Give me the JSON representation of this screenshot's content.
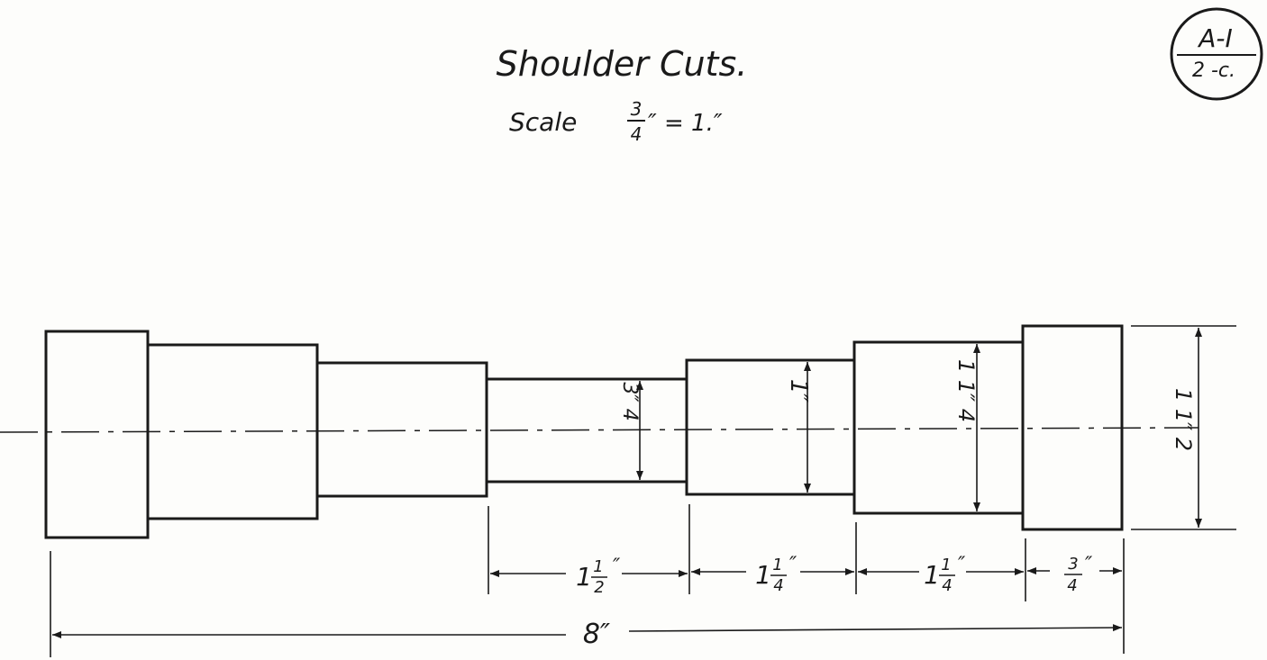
{
  "title": "Shoulder Cuts.",
  "scale": {
    "prefix": "Scale",
    "num": "3",
    "den": "4",
    "rest": "″ = 1.″"
  },
  "sheet_id": {
    "top": "A-I",
    "bottom": "2 -c."
  },
  "dims": {
    "d_three_quarter": "3″ 4",
    "d_one": "1″",
    "d_one_quarter": "1 1″ 4",
    "d_one_half": "1 1″ 2",
    "len_1": {
      "whole": "1",
      "num": "1",
      "den": "2",
      "mark": "″"
    },
    "len_2": {
      "whole": "1",
      "num": "1",
      "den": "4",
      "mark": "″"
    },
    "len_3": {
      "whole": "1",
      "num": "1",
      "den": "4",
      "mark": "″"
    },
    "len_4": {
      "whole": "",
      "num": "3",
      "den": "4",
      "mark": "″"
    },
    "overall": "8″"
  },
  "colors": {
    "ink": "#1a1a1a",
    "paper": "#fdfdfb"
  }
}
